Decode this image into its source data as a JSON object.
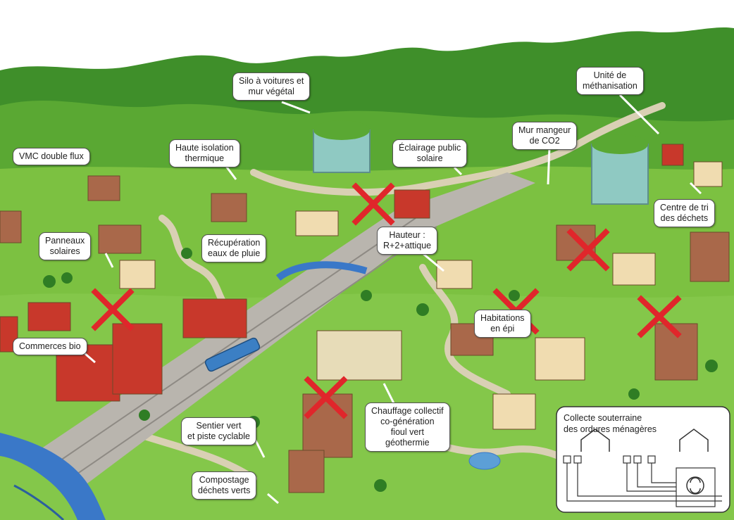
{
  "colors": {
    "background": "#ffffff",
    "hills_dark": "#3f8f2a",
    "hills_light": "#6cbf3a",
    "grass": "#78c03e",
    "road": "#b7b3ad",
    "rail": "#9c9892",
    "river": "#3a78c8",
    "cross": "#e0262b",
    "roof_red": "#c8382b",
    "roof_grey": "#8aa0a8",
    "wall_beige": "#f0dcb0",
    "glass": "#8fc9c2"
  },
  "callouts": {
    "silo": "Silo à voitures et\nmur végétal",
    "unite": "Unité de\nméthanisation",
    "vmc": "VMC double flux",
    "isolation": "Haute isolation\nthermique",
    "eclairage": "Éclairage public\nsolaire",
    "mur_co2": "Mur mangeur\nde CO2",
    "panneaux": "Panneaux\nsolaires",
    "recup": "Récupération\neaux de pluie",
    "hauteur": "Hauteur :\nR+2+attique",
    "centre_tri": "Centre de tri\ndes déchets",
    "habitat": "Habitations\nen épi",
    "commerces": "Commerces bio",
    "chauffage": "Chauffage collectif\nco-génération\nfioul vert\ngéothermie",
    "sentier": "Sentier vert\net piste cyclable",
    "compostage": "Compostage\ndéchets verts"
  },
  "inset": {
    "title": "Collecte souterraine\ndes ordures ménagères"
  },
  "icons": {
    "cross": "red-x-mark",
    "recycle": "recycle-icon",
    "house": "house-outline-icon"
  }
}
